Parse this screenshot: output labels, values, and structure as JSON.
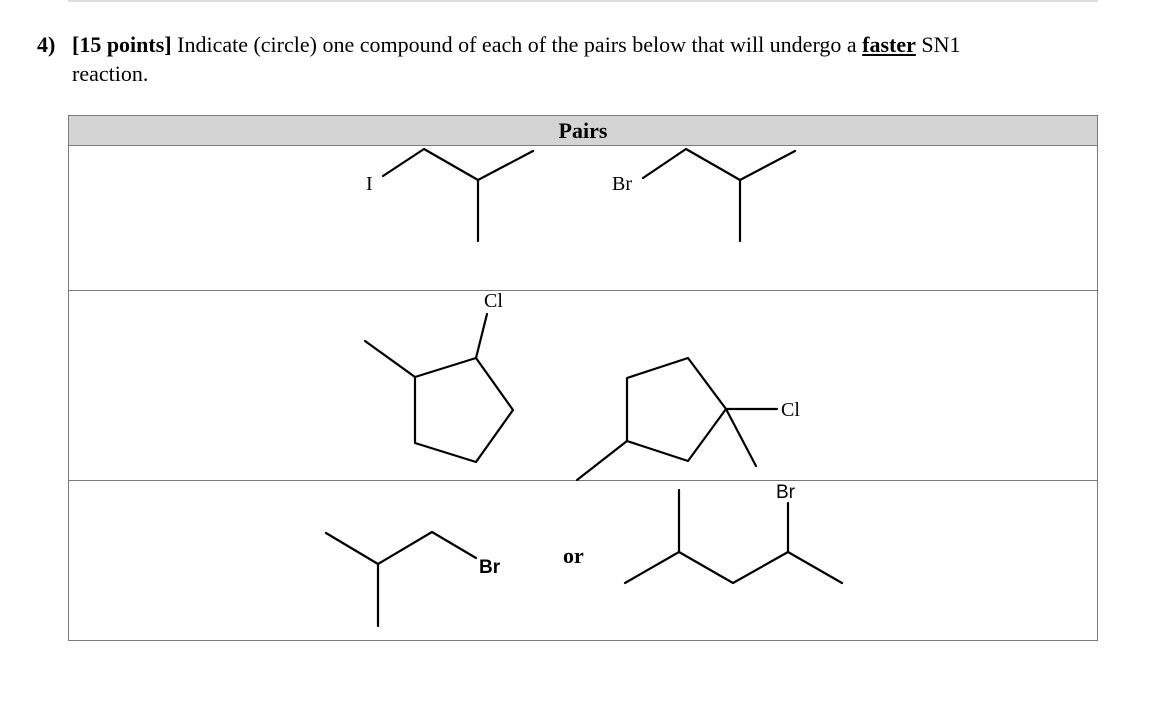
{
  "question": {
    "number": "4)",
    "points": "[15 points]",
    "text_before": " Indicate (circle) one compound of each of the pairs below that will undergo a ",
    "emphasis": "faster",
    "text_after": " SN1",
    "text_line2": "reaction."
  },
  "table": {
    "header": "Pairs",
    "rows": [
      {
        "left_label": "I",
        "right_label": "Br"
      },
      {
        "left_label": "Cl",
        "right_label": "Cl"
      },
      {
        "left_label": "Br",
        "separator": "or",
        "right_label": "Br"
      }
    ]
  }
}
